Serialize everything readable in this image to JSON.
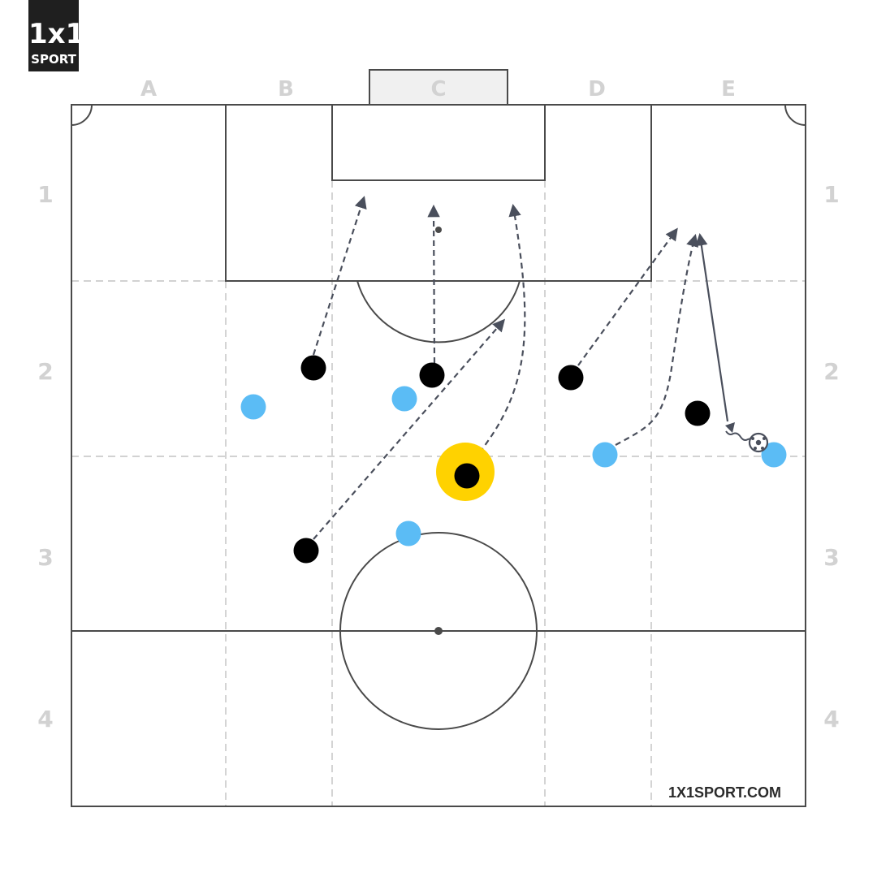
{
  "logo": {
    "mark": "1x1",
    "word": "SPORT"
  },
  "grid": {
    "columns": [
      "A",
      "B",
      "C",
      "D",
      "E"
    ],
    "rows": [
      "1",
      "2",
      "3",
      "4"
    ]
  },
  "watermark": "1X1SPORT.COM",
  "colors": {
    "attacker": "#000000",
    "defender": "#5bbcf5",
    "highlight": "#ffd200",
    "arrow": "#4a4f5c",
    "lines": "#4a4a4a",
    "zone_lines": "#b8b8b8",
    "goal_fill": "#f0f0f0"
  },
  "icons": {
    "ball": "soccer-ball-icon"
  }
}
